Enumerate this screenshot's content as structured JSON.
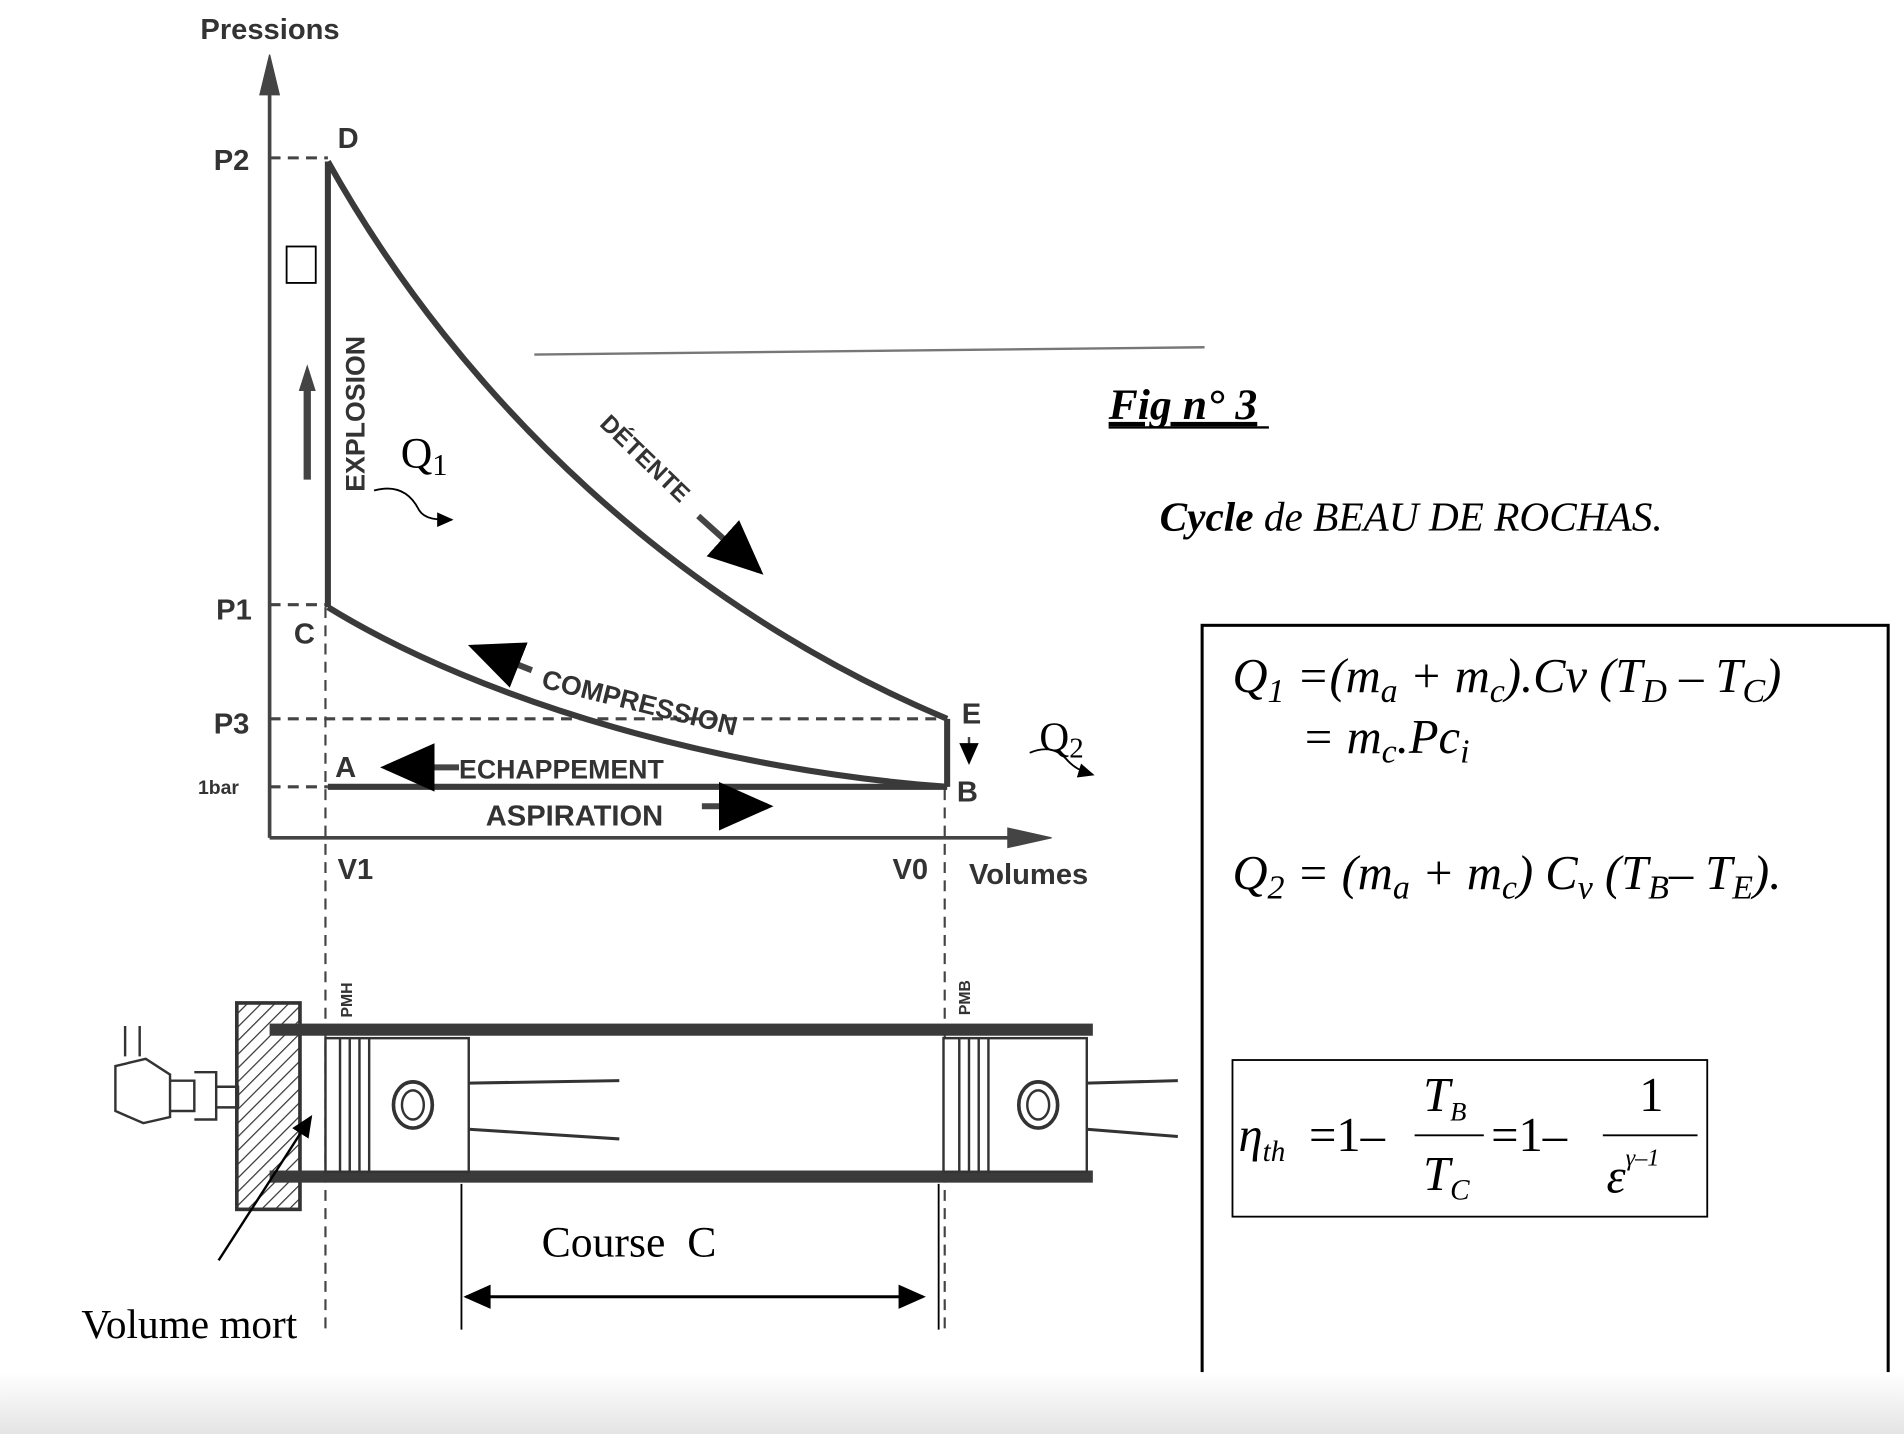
{
  "diagram": {
    "y_axis_label": "Pressions",
    "x_axis_label": "Volumes",
    "pressure_ticks": {
      "p2": "P2",
      "p1": "P1",
      "p3": "P3",
      "one_bar": "1bar"
    },
    "volume_ticks": {
      "v1": "V1",
      "v0": "V0"
    },
    "points": {
      "a": "A",
      "b": "B",
      "c": "C",
      "d": "D",
      "e": "E"
    },
    "phases": {
      "explosion": "EXPLOSION",
      "detente": "DÉTENTE",
      "compression": "COMPRESSION",
      "echappement": "ECHAPPEMENT",
      "aspiration": "ASPIRATION"
    },
    "heat_labels": {
      "q1": "Q",
      "q1_sub": "1",
      "q2": "Q",
      "q2_sub": "2"
    },
    "pmh": "PMH",
    "pmb": "PMB",
    "course": "Course  C",
    "volume_mort": "Volume mort"
  },
  "caption": {
    "fig": "Fig n° 3",
    "cycle_word": "Cycle",
    "cycle_rest": " de BEAU DE ROCHAS."
  },
  "formulas": {
    "q1_line1": [
      "Q",
      "1",
      " =(m",
      "a",
      " + m",
      "c",
      ").Cv (T",
      "D",
      " – T",
      "C",
      ")"
    ],
    "q1_line2": [
      "= m",
      "c",
      ".Pc",
      "i"
    ],
    "q2": [
      "Q",
      "2",
      " = (m",
      "a",
      " + m",
      "c",
      ") C",
      "v",
      " (T",
      "B",
      "– T",
      "E",
      ")."
    ],
    "efficiency": {
      "eta": "η",
      "eta_sub": "th",
      "eq1": "=1–",
      "num1": "T",
      "num1_sub": "B",
      "den1": "T",
      "den1_sub": "C",
      "eq2": "=1–",
      "num2": "1",
      "den2": "ε",
      "den2_sup": "γ–1"
    }
  }
}
